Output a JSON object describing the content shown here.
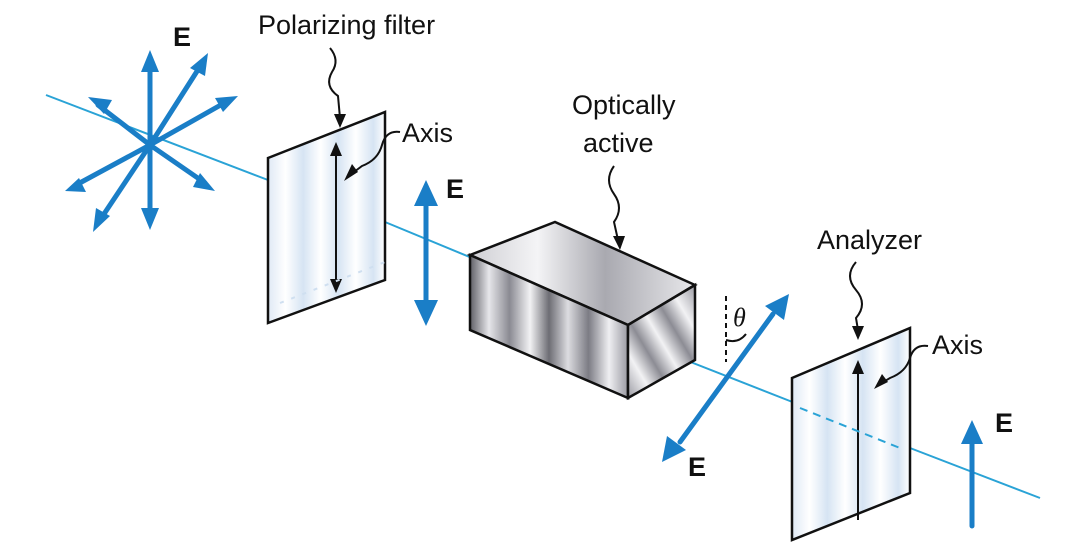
{
  "labels": {
    "e_unpolarized": "E",
    "polarizing_filter": "Polarizing filter",
    "axis_filter": "Axis",
    "e_after_filter": "E",
    "optically_active_line1": "Optically",
    "optically_active_line2": "active",
    "angle": "θ",
    "e_rotated": "E",
    "analyzer": "Analyzer",
    "axis_analyzer": "Axis",
    "e_after_analyzer": "E"
  },
  "colors": {
    "field_arrow": "#1a7ec7",
    "beam": "#2aa3d6"
  }
}
